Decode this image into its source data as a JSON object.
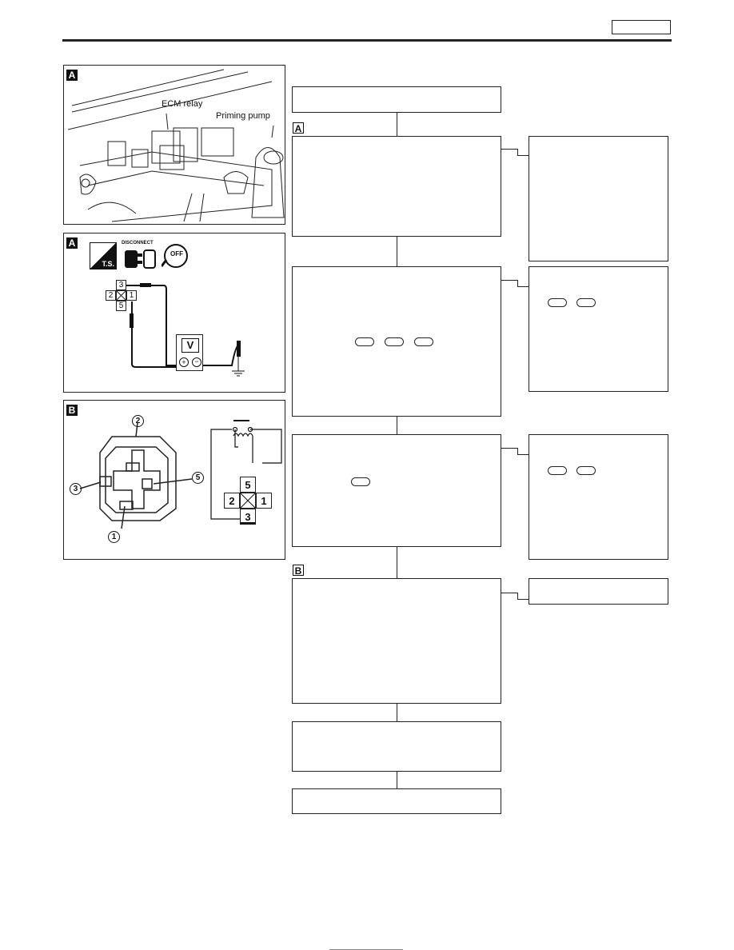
{
  "header": {
    "page_code": ""
  },
  "panels": {
    "relay_location": {
      "tag": "A",
      "ecm_relay_label": "ECM relay",
      "priming_pump_label": "Priming pump"
    },
    "voltage_check": {
      "tag": "A",
      "disconnect_label": "DISCONNECT",
      "ts_label": "T.S.",
      "key_label": "OFF",
      "meter_label": "V",
      "terminals": [
        "3",
        "2",
        "1",
        "5"
      ]
    },
    "relay_terminals": {
      "tag": "B",
      "callouts": [
        "2",
        "3",
        "5",
        "1"
      ],
      "schematic_terminals": [
        "5",
        "2",
        "1",
        "3"
      ]
    }
  },
  "flow": {
    "tag_a": "A",
    "tag_b": "B"
  }
}
